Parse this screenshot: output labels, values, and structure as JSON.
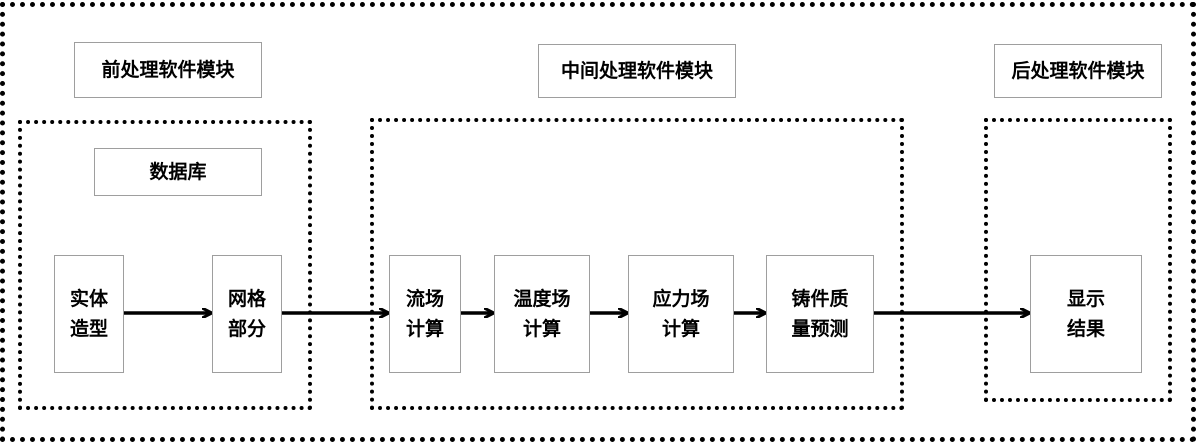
{
  "modules": {
    "pre": "前处理软件模块",
    "mid": "中间处理软件模块",
    "post": "后处理软件模块"
  },
  "database": "数据库",
  "steps": {
    "solid_modeling": [
      "实体",
      "造型"
    ],
    "meshing": [
      "网格",
      "部分"
    ],
    "flow_field": [
      "流场",
      "计算"
    ],
    "temperature_field": [
      "温度场",
      "计算"
    ],
    "stress_field": [
      "应力场",
      "计算"
    ],
    "quality_prediction": [
      "铸件质",
      "量预测"
    ],
    "display_results": [
      "显示",
      "结果"
    ]
  }
}
